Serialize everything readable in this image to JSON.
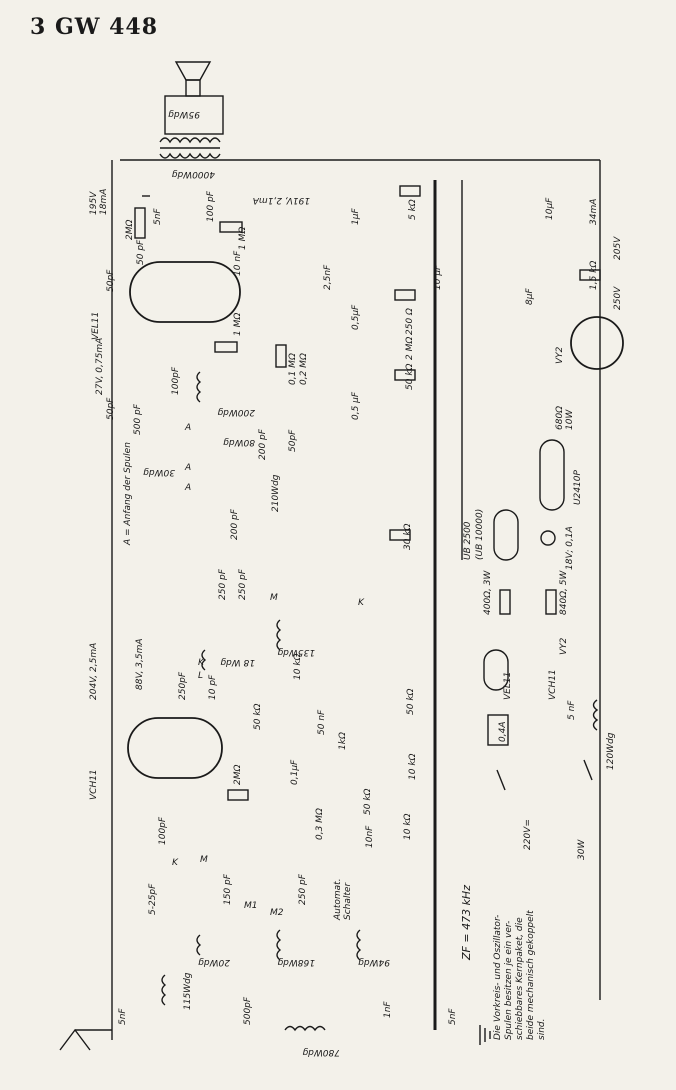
{
  "title": "3 GW 448",
  "tubes": {
    "vel11": "VEL11",
    "vch11": "VCH11",
    "vy2": "VY2",
    "u2410p": "U2410P",
    "ub2500": "UB 2500",
    "ub10000": "(UB 10000)"
  },
  "labels": {
    "zf": "ZF = 473 kHz",
    "anfang": "A = Anfang der Spulen",
    "automat": "Automat.",
    "schalter": "Schalter",
    "note1": "Die Vorkreis- und Oszillator-",
    "note2": "Spulen besitzen je ein ver-",
    "note3": "schiebbares Kernpaket, die",
    "note4": "beide mechanisch gekoppelt",
    "note5": "sind.",
    "mains": "220V=",
    "watts": "30W"
  },
  "voltages": {
    "v195": "195V",
    "ma18": "18mA",
    "v191": "191V, 2,1mA",
    "v27": "27V, 0,75mA",
    "v204": "204V, 2,5mA",
    "v88": "88V, 3,5mA",
    "v205": "205V",
    "ma34": "34mA",
    "v250": "250V"
  },
  "components": {
    "out_4000wdg": "4000Wdg",
    "out_95wdg": "95Wdg",
    "c5nf_top": "5nF",
    "r2m": "2MΩ",
    "c50pf_a": "50 pF",
    "c100pf_a": "100 pF",
    "r1m_a": "1 MΩ",
    "c10nf_a": "10 nF",
    "c1uf": "1µF",
    "r5k": "5 kΩ",
    "c10uf_a": "10µF",
    "c25nf": "2,5nF",
    "r250": "250 Ω",
    "c05uf_a": "0,5µF",
    "c10uf_b": "10 µF",
    "c8uf": "8µF",
    "r15k": "1,5 kΩ",
    "c50pf_b": "50pF",
    "r1m_b": "1 MΩ",
    "r2m_b": "2 MΩ",
    "r01m": "0,1 MΩ",
    "r02m": "0,2 MΩ",
    "c100pf_b": "100pF",
    "l200wdg": "200Wdg",
    "l80wdg": "80Wdg",
    "l30wdg": "30Wdg",
    "l210wdg": "210Wdg",
    "c500pf": "500 pF",
    "c50pf_c": "50pF",
    "c200pf_a": "200 pF",
    "c200pf_b": "200 pF",
    "r50k_a": "50 kΩ",
    "c05uf_b": "0,5 µF",
    "r30k": "30 kΩ",
    "r680": "680Ω",
    "r10w": "10W",
    "r400": "400Ω, 3W",
    "r840": "840Ω, 5W",
    "lamp": "18V; 0,1A",
    "c250pf_a": "250 pF",
    "c250pf_b": "250 pF",
    "l18wdg": "18 Wdg",
    "l135wdg": "135Wdg",
    "r10k_a": "10 kΩ",
    "c250pf_c": "250pF",
    "c10pf": "10 pF",
    "r50k_b": "50 kΩ",
    "c50nf": "50 nF",
    "r50k_c": "50 kΩ",
    "r2m_c": "2MΩ",
    "r1k": "1kΩ",
    "c01uf": "0,1µF",
    "r10k_b": "10 kΩ",
    "r50k_d": "50 kΩ",
    "r03m": "0,3 MΩ",
    "c10nf_b": "10nF",
    "r10k_c": "10 kΩ",
    "c100pf_c": "100pF",
    "c525pf": "5-25pF",
    "c150pf": "150 pF",
    "c250pf_d": "250 pF",
    "l20wdg": "20Wdg",
    "l168wdg": "168Wdg",
    "l94wdg": "94Wdg",
    "l115wdg": "115Wdg",
    "c500pf_b": "500pF",
    "c1nf": "1nF",
    "l780wdg": "780Wdg",
    "c5nf_ant": "5nF",
    "c5nf_gnd": "5nF",
    "c5nf_mains": "5 nF",
    "l120wdg": "120Wdg",
    "fuse": "0,4A",
    "fil_vel11": "VEL11",
    "fil_vch11": "VCH11",
    "fil_vy2": "VY2"
  },
  "switch_marks": {
    "k1": "K",
    "m1": "M",
    "a1": "A",
    "a2": "A",
    "a3": "A",
    "k2": "K",
    "m2": "M",
    "m_1": "M1",
    "m_2": "M2",
    "k3": "K",
    "l1": "L"
  }
}
